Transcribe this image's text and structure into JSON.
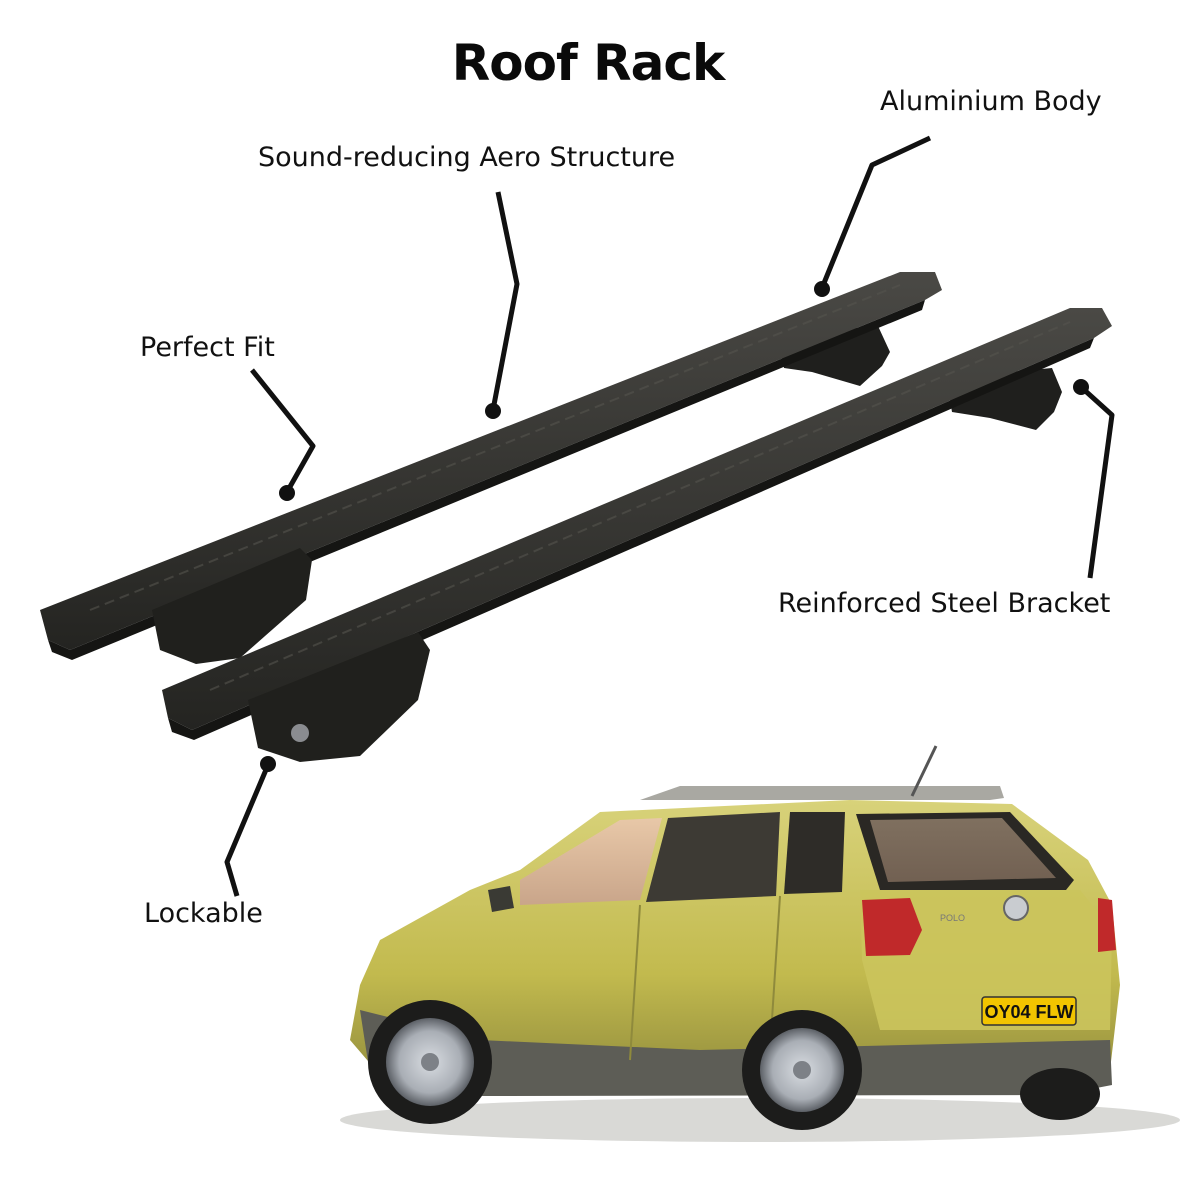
{
  "title": "Roof Rack",
  "features": {
    "aero": "Sound-reducing Aero Structure",
    "body": "Aluminium Body",
    "fit": "Perfect Fit",
    "bracket": "Reinforced Steel Bracket",
    "lock": "Lockable"
  },
  "car": {
    "plate": "OY04 FLW",
    "badge": "POLO",
    "body_color": "#c9c35a"
  },
  "colors": {
    "rack": "#2a2a27",
    "leader": "#111111"
  }
}
